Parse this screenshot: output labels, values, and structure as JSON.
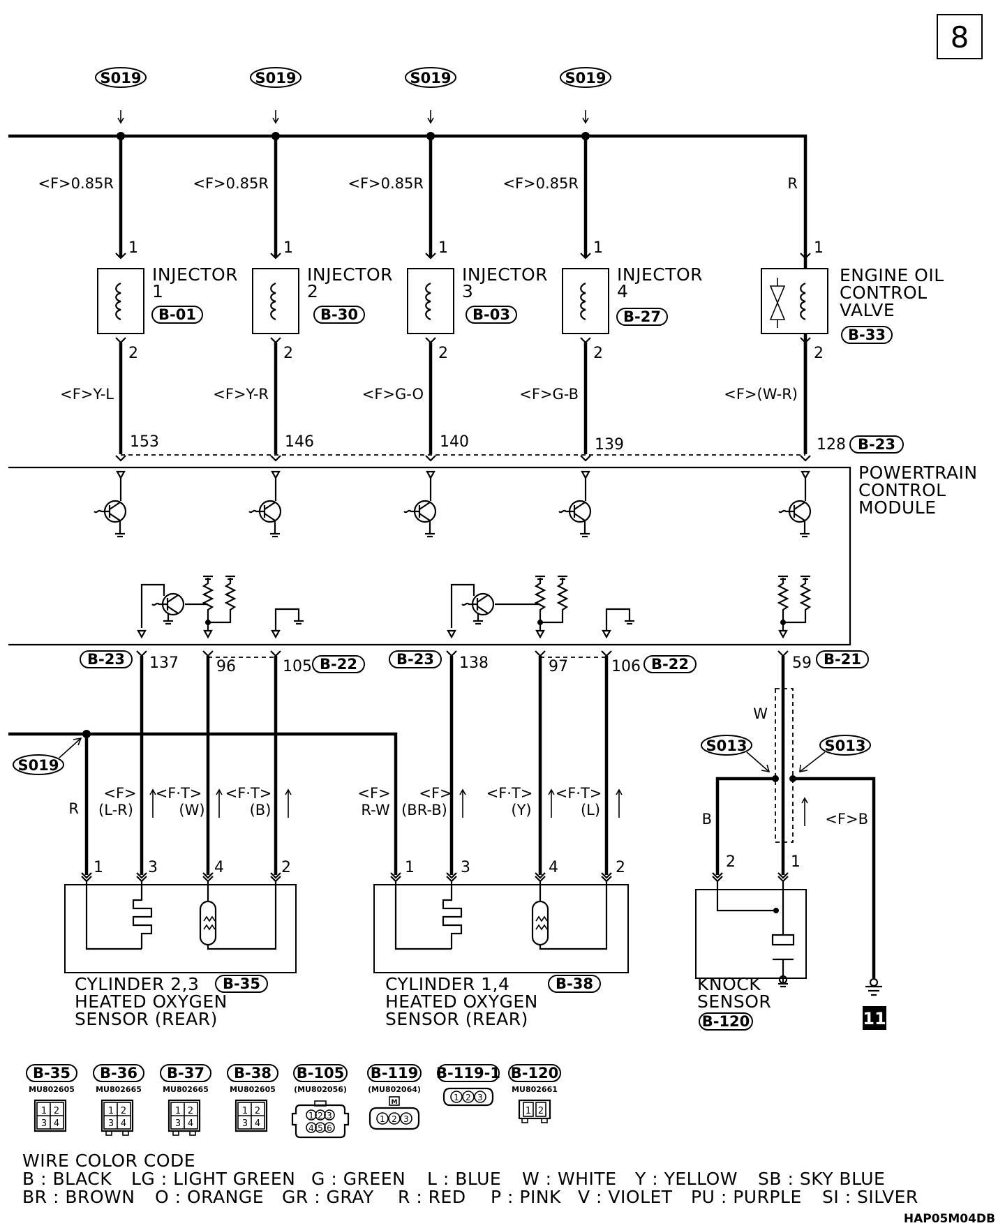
{
  "page_number": "8",
  "diagram_code": "HAP05M04DB",
  "splice_s019": "S019",
  "splice_s013": "S013",
  "injectors": [
    {
      "name": "INJECTOR",
      "num": "1",
      "connector": "B-01",
      "wire_top": "<F>0.85R",
      "wire_bottom": "<F>Y-L",
      "pcm_pin": "153"
    },
    {
      "name": "INJECTOR",
      "num": "2",
      "connector": "B-30",
      "wire_top": "<F>0.85R",
      "wire_bottom": "<F>Y-R",
      "pcm_pin": "146"
    },
    {
      "name": "INJECTOR",
      "num": "3",
      "connector": "B-03",
      "wire_top": "<F>0.85R",
      "wire_bottom": "<F>G-O",
      "pcm_pin": "140"
    },
    {
      "name": "INJECTOR",
      "num": "4",
      "connector": "B-27",
      "wire_top": "<F>0.85R",
      "wire_bottom": "<F>G-B",
      "pcm_pin": "139"
    }
  ],
  "ocv": {
    "line1": "ENGINE OIL",
    "line2": "CONTROL",
    "line3": "VALVE",
    "connector": "B-33",
    "wire_top": "R",
    "wire_bottom": "<F>(W-R)",
    "pcm_pin": "128",
    "pcm_connector": "B-23"
  },
  "pin_labels": {
    "p1": "1",
    "p2": "2",
    "p3": "3",
    "p4": "4"
  },
  "pcm": {
    "line1": "POWERTRAIN",
    "line2": "CONTROL",
    "line3": "MODULE"
  },
  "sensor_left": {
    "line1": "CYLINDER 2,3",
    "line2": "HEATED OXYGEN",
    "line3": "SENSOR (REAR)",
    "connector": "B-35",
    "conn_a": "B-23",
    "pin_a": "137",
    "pin_b": "96",
    "pin_c": "105",
    "conn_c": "B-22",
    "wire1": "R",
    "wire3a": "<F>",
    "wire3b": "(L-R)",
    "wire4a": "<F·T>",
    "wire4b": "(W)",
    "wire2a": "<F·T>",
    "wire2b": "(B)"
  },
  "sensor_right": {
    "line1": "CYLINDER 1,4",
    "line2": "HEATED OXYGEN",
    "line3": "SENSOR (REAR)",
    "connector": "B-38",
    "conn_a": "B-23",
    "pin_a": "138",
    "pin_b": "97",
    "pin_c": "106",
    "conn_c": "B-22",
    "wire1a": "<F>",
    "wire1b": "R-W",
    "wire3a": "<F>",
    "wire3b": "(BR-B)",
    "wire4a": "<F·T>",
    "wire4b": "(Y)",
    "wire2a": "<F·T>",
    "wire2b": "(L)"
  },
  "knock": {
    "line1": "KNOCK",
    "line2": "SENSOR",
    "connector": "B-120",
    "pin": "59",
    "pcm_connector": "B-21",
    "wire_shield": "W",
    "wire_left": "B",
    "wire_right": "<F>B",
    "ground_ref": "11"
  },
  "connectors": [
    {
      "name": "B-35",
      "part": "MU802605"
    },
    {
      "name": "B-36",
      "part": "MU802665"
    },
    {
      "name": "B-37",
      "part": "MU802665"
    },
    {
      "name": "B-38",
      "part": "MU802605"
    },
    {
      "name": "B-105",
      "part": "(MU802056)"
    },
    {
      "name": "B-119",
      "part": "(MU802064)"
    },
    {
      "name": "B-119-1",
      "part": ""
    },
    {
      "name": "B-120",
      "part": "MU802661"
    }
  ],
  "connector_pins": {
    "n1": "1",
    "n2": "2",
    "n3": "3",
    "n4": "4",
    "n5": "5",
    "n6": "6",
    "m": "M"
  },
  "wire_color_code": {
    "title": "WIRE COLOR CODE",
    "row1": [
      "B : BLACK",
      "LG : LIGHT GREEN",
      "G : GREEN",
      "L : BLUE",
      "W : WHITE",
      "Y : YELLOW",
      "SB : SKY BLUE"
    ],
    "row2": [
      "BR : BROWN",
      "O : ORANGE",
      "GR : GRAY",
      "R : RED",
      "P : PINK",
      "V : VIOLET",
      "PU : PURPLE",
      "SI : SILVER"
    ]
  }
}
